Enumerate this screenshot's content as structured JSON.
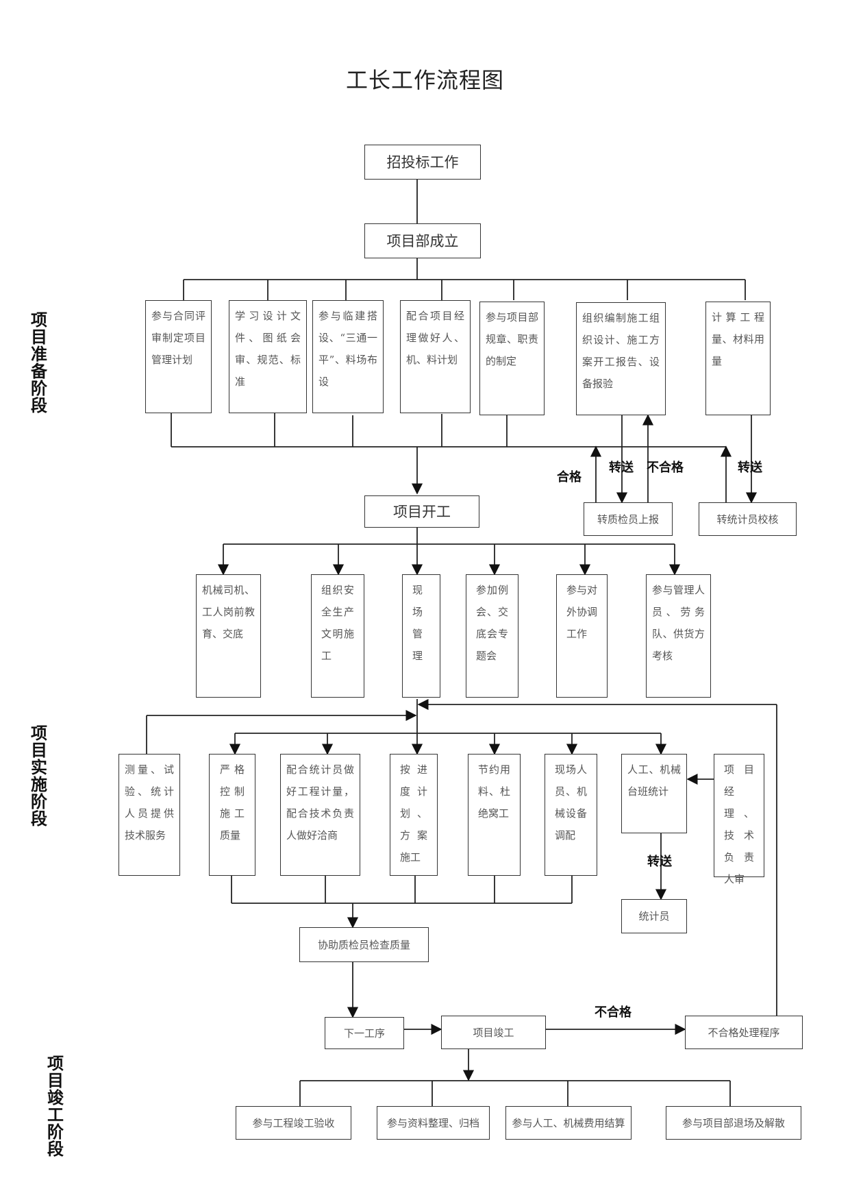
{
  "title": "工长工作流程图",
  "phases": {
    "prep": "项目准备阶段",
    "impl": "项目实施阶段",
    "done": "项目竣工阶段"
  },
  "nodes": {
    "bidding": "招投标工作",
    "dept_setup": "项目部成立",
    "p1": "参与合同评审制定项目管理计划",
    "p2": "学习设计文件、图纸会审、规范、标准",
    "p3": "参与临建搭设、“三通一平”、料场布设",
    "p4": "配合项目经理做好人、机、料计划",
    "p5": "参与项目部规章、职责的制定",
    "p6": "组织编制施工组织设计、施工方案开工报告、设备报验",
    "p7": "计算工程量、材料用量",
    "quality_report": "转质检员上报",
    "stat_check": "转统计员校核",
    "start": "项目开工",
    "s1": "机械司机、工人岗前教育、交底",
    "s2": "组织安全生产文明施工",
    "s3": "现场管理",
    "s4": "参加例会、交底会专题会",
    "s5": "参与对外协调工作",
    "s6": "参与管理人员、劳务队、供货方考核",
    "i0": "测量、试验、统计人员提供技术服务",
    "i1": "严格控制施工质量",
    "i2": "配合统计员做好工程计量，配合技术负责人做好洽商",
    "i3": "按进度计划、方案施工",
    "i4": "节约用料、杜绝窝工",
    "i5": "现场人员、机械设备调配",
    "i6": "人工、机械台班统计",
    "i7": "项目经理、技术负责人审",
    "statistician": "统计员",
    "assist_qc": "协助质检员检查质量",
    "next_step": "下一工序",
    "completion": "项目竣工",
    "nonconform": "不合格处理程序",
    "c1": "参与工程竣工验收",
    "c2": "参与资料整理、归档",
    "c3": "参与人工、机械费用结算",
    "c4": "参与项目部退场及解散"
  },
  "edge_labels": {
    "pass": "合格",
    "forward1": "转送",
    "fail1": "不合格",
    "forward2": "转送",
    "forward3": "转送",
    "fail2": "不合格"
  }
}
